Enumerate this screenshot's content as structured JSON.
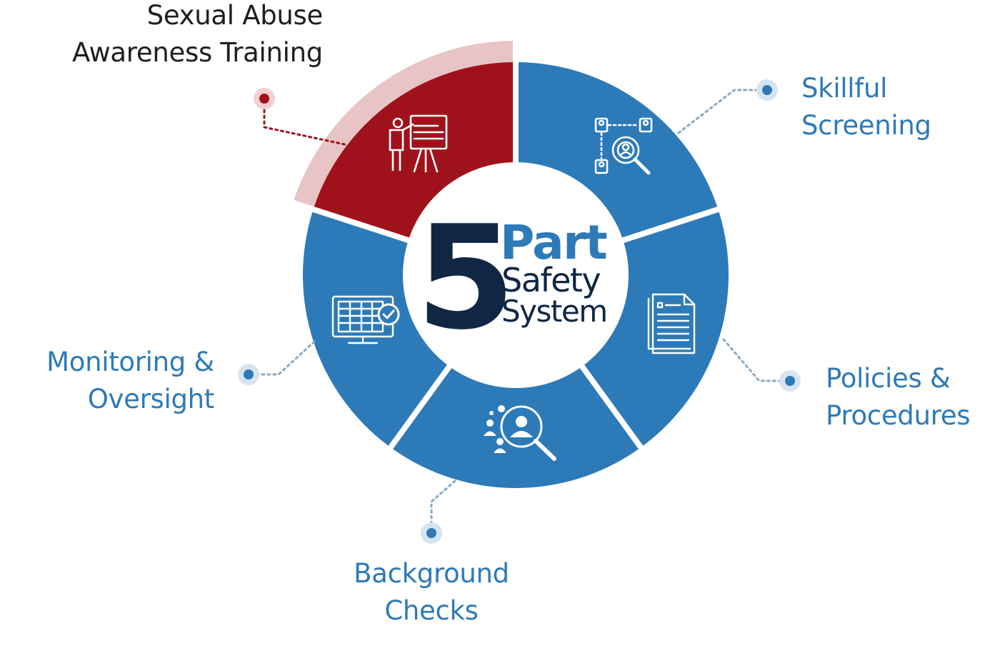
{
  "colors": {
    "segment_blue": "#2d7ab8",
    "segment_red": "#a0121b",
    "highlight_pink": "#e8c4c6",
    "label_blue": "#2d7ab8",
    "label_dark": "#1e1e1e",
    "center_navy": "#0f2744",
    "dot_halo_blue": "#d6e4f0",
    "dot_halo_red": "#f1d0d2"
  },
  "center": {
    "number": "5",
    "word1": "Part",
    "word2": "Safety",
    "word3": "System"
  },
  "segments": [
    {
      "id": "training",
      "line1": "Sexual Abuse",
      "line2": "Awareness Training",
      "icon": "presentation-board-icon",
      "highlighted": true
    },
    {
      "id": "screening",
      "line1": "Skillful",
      "line2": "Screening",
      "icon": "candidate-search-icon",
      "highlighted": false
    },
    {
      "id": "policies",
      "line1": "Policies &",
      "line2": "Procedures",
      "icon": "document-icon",
      "highlighted": false
    },
    {
      "id": "background",
      "line1": "Background",
      "line2": "Checks",
      "icon": "people-search-icon",
      "highlighted": false
    },
    {
      "id": "monitoring",
      "line1": "Monitoring &",
      "line2": "Oversight",
      "icon": "monitor-checklist-icon",
      "highlighted": false
    }
  ]
}
